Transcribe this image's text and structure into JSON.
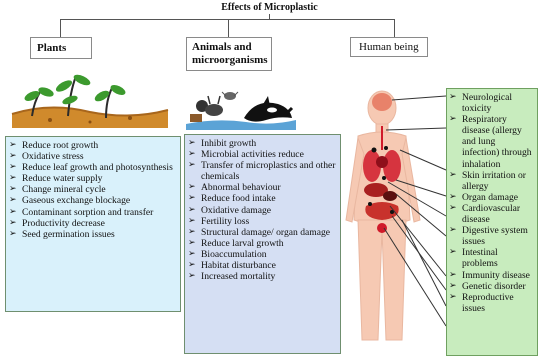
{
  "title": "Effects of Microplastic",
  "columns": {
    "plants": {
      "header": "Plants",
      "items": [
        "Reduce root growth",
        "Oxidative stress",
        "Reduce leaf growth and photosynthesis",
        "Reduce water supply",
        "Change mineral cycle",
        "Gaseous exchange blockage",
        "Contaminant sorption and transfer",
        "Productivity decrease",
        "Seed germination issues"
      ]
    },
    "animals": {
      "header_line1": "Animals and",
      "header_line2": "microorganisms",
      "items": [
        "Inhibit growth",
        "Microbial activities reduce",
        "Transfer of microplastics and other chemicals",
        "Abnormal behaviour",
        "Reduce food intake",
        "Oxidative damage",
        "Fertility loss",
        "Structural damage/ organ damage",
        "Reduce larval growth",
        "Bioaccumulation",
        "Habitat disturbance",
        "Increased mortality"
      ]
    },
    "human": {
      "header": "Human being",
      "items": [
        "Neurological toxicity",
        "Respiratory disease (allergy and lung infection) through inhalation",
        "Skin irritation or allergy",
        "Organ damage",
        "Cardiovascular disease",
        "Digestive system issues",
        "Intestinal problems",
        "Immunity disease",
        "Genetic disorder",
        "Reproductive issues"
      ]
    }
  },
  "colors": {
    "plants_box": "#d9f1fb",
    "animals_box": "#d5dff3",
    "human_box": "#c8ecbe",
    "body_fill": "#f6c9b3",
    "organ_red": "#d01a2a"
  },
  "icons": [
    "plant-seedlings-icon",
    "animals-icon",
    "human-anatomy-icon"
  ]
}
